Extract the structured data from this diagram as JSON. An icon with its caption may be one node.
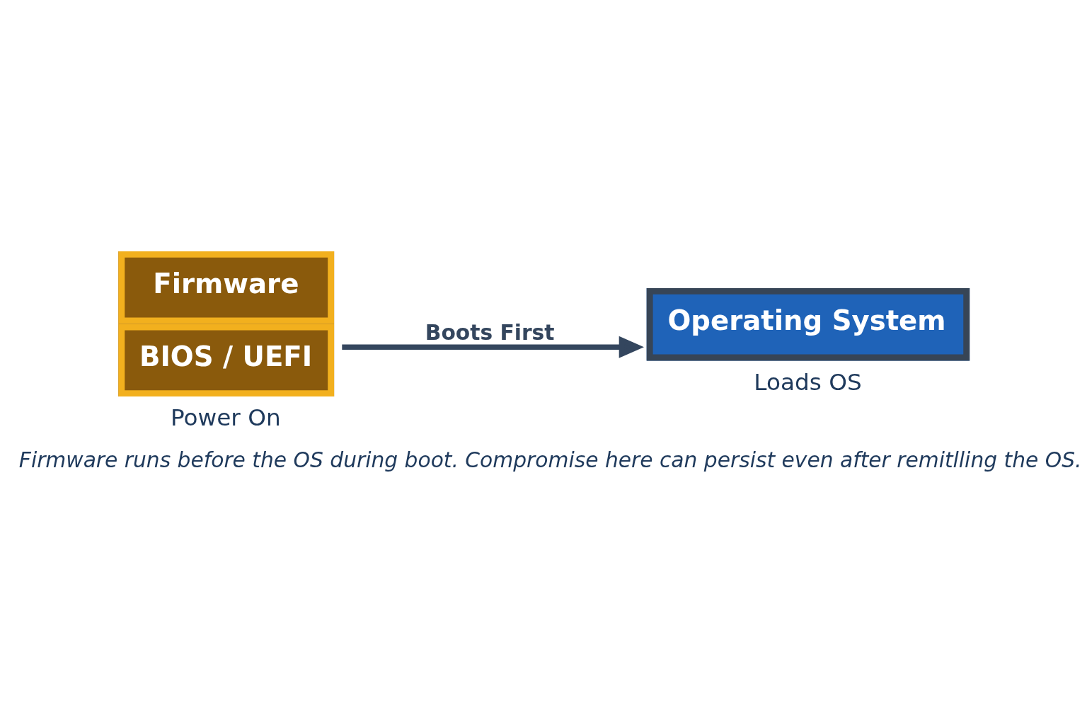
{
  "diagram": {
    "caption": "Firmware runs before the OS during boot. Compromise here can persist even after remitlling the OS.",
    "nodes": [
      {
        "text": [
          "Firmware",
          "BIOS / UEFI"
        ],
        "beside": [
          "Power On"
        ]
      },
      {
        "text": [
          "Operating System"
        ],
        "beside": [
          "Loads OS"
        ]
      }
    ],
    "edges": [
      {
        "from": 0,
        "to": 1,
        "arrow": "to",
        "label": "Boots First"
      }
    ]
  }
}
